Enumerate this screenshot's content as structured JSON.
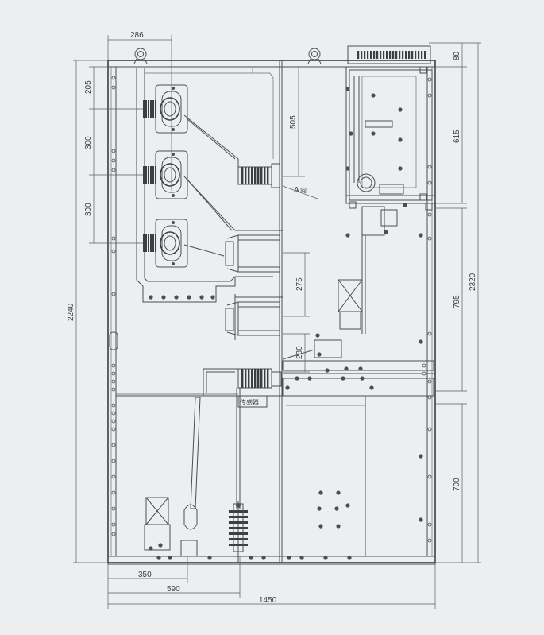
{
  "dimensions": {
    "top_width": "286",
    "left_205": "205",
    "left_300_a": "300",
    "left_300_b": "300",
    "total_height": "2240",
    "mid_505": "505",
    "mid_275": "275",
    "mid_280": "280",
    "right_80": "80",
    "right_615": "615",
    "right_795": "795",
    "right_2320": "2320",
    "right_700": "700",
    "bottom_350": "350",
    "bottom_590": "590",
    "bottom_1450": "1450"
  },
  "labels": {
    "label_a": "A",
    "label_a_suffix": "向",
    "sensor": "传感器"
  },
  "colors": {
    "background": "#eceeef",
    "line": "#4a4f55"
  }
}
